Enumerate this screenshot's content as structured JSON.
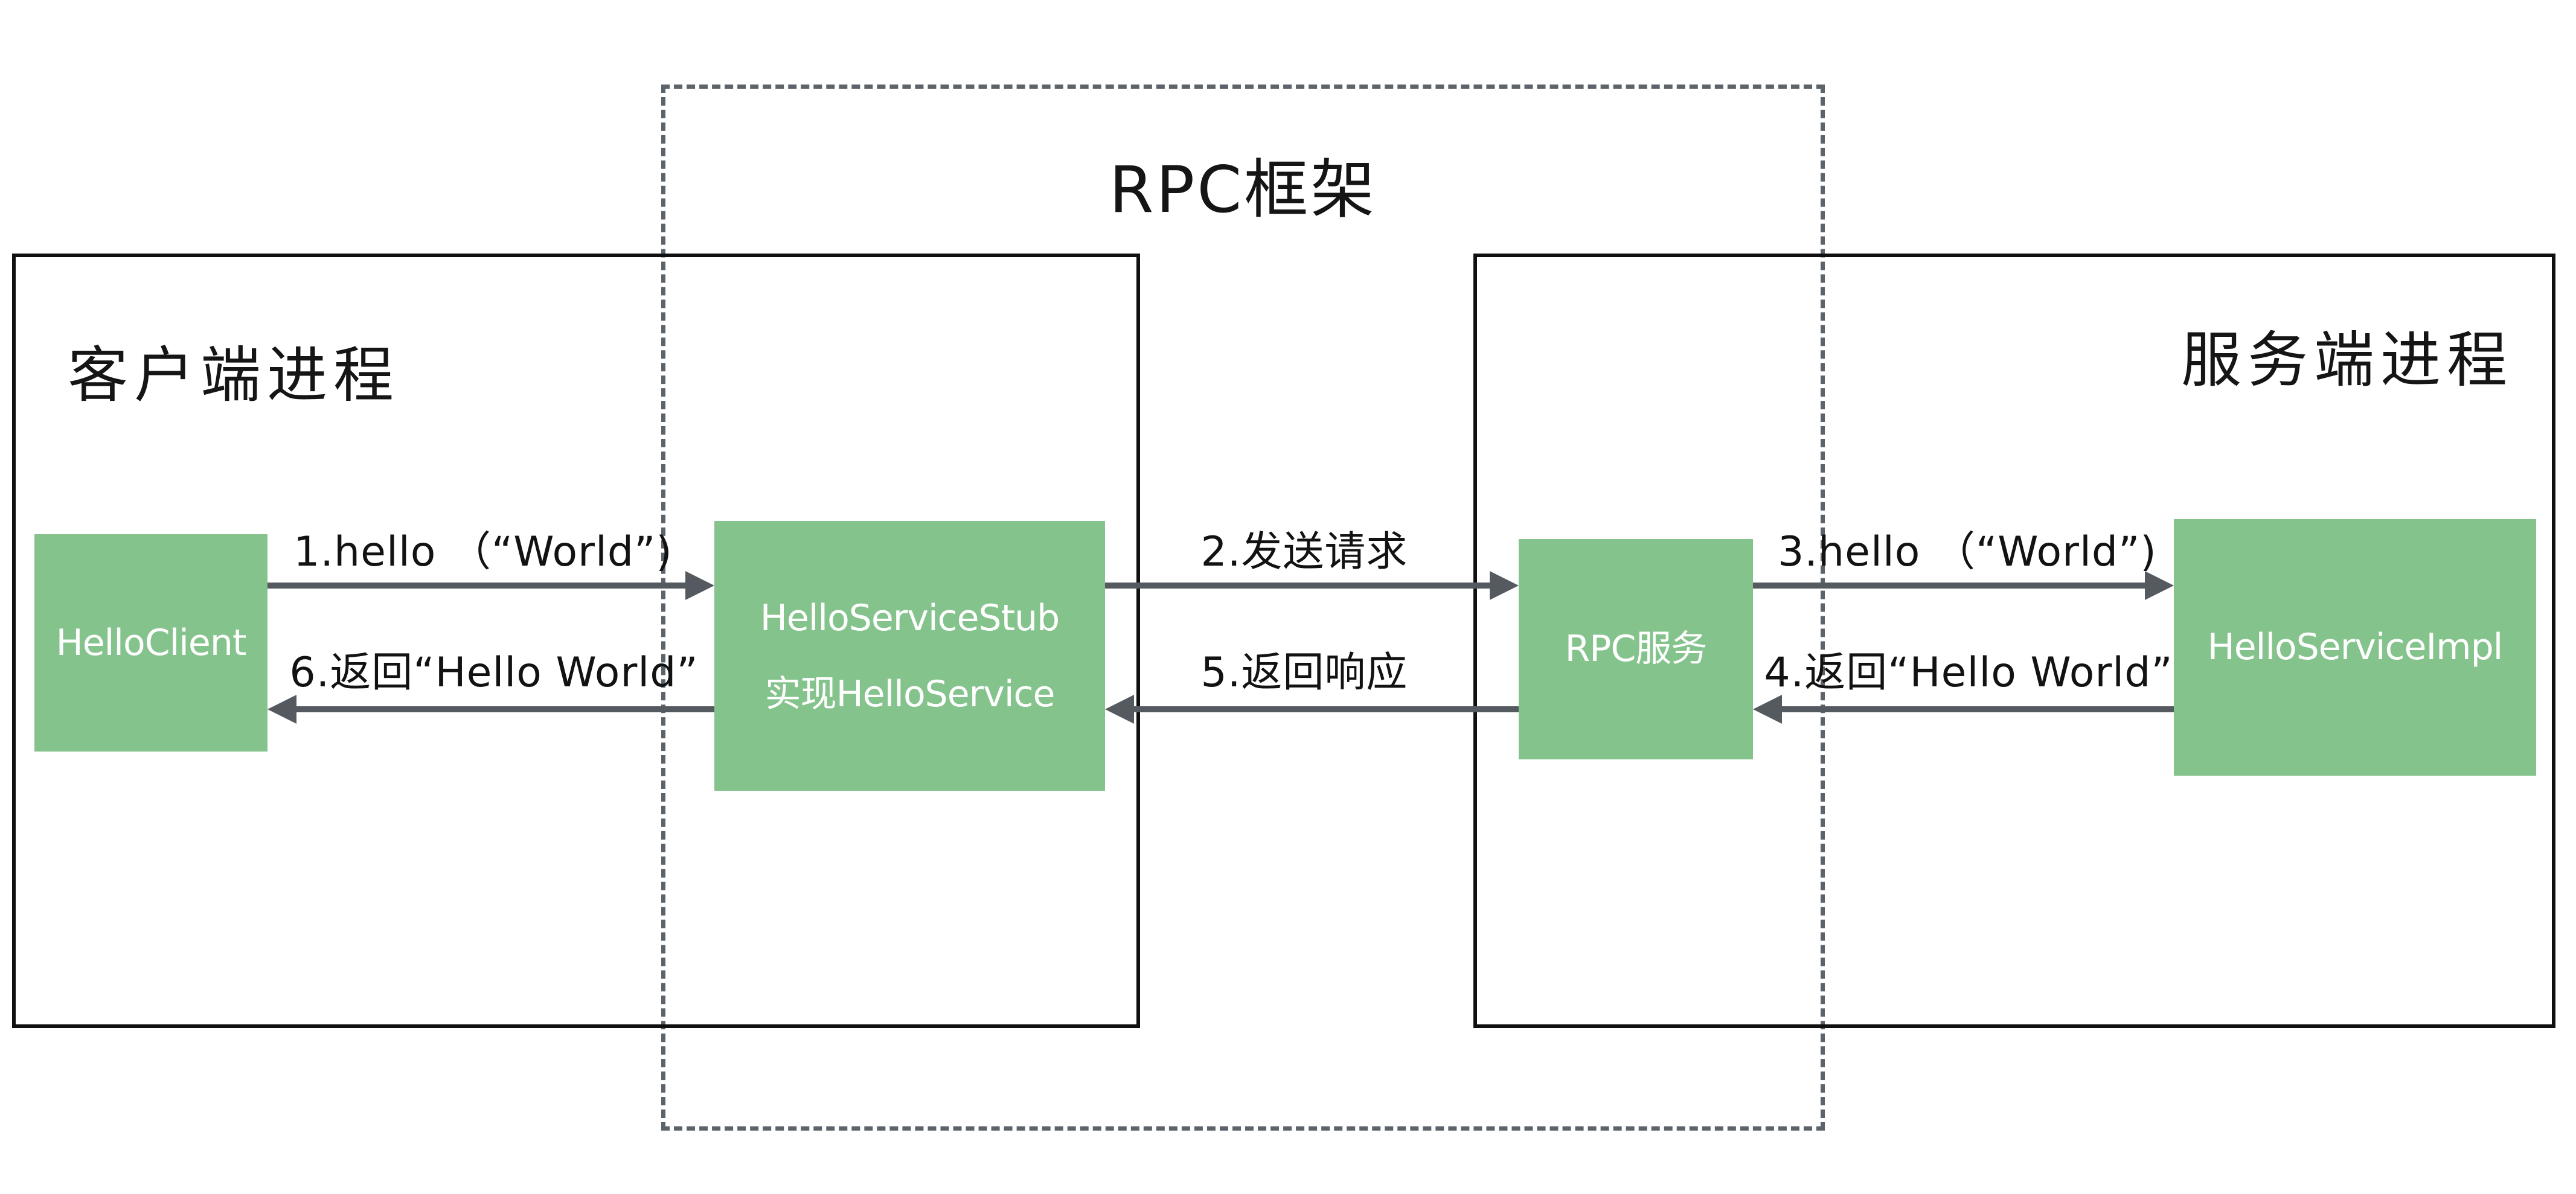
{
  "diagram": {
    "frame": {
      "title": "RPC框架"
    },
    "client_process": {
      "label": "客户端进程"
    },
    "server_process": {
      "label": "服务端进程"
    },
    "nodes": {
      "hello_client": {
        "label": "HelloClient"
      },
      "hello_service_stub": {
        "line1": "HelloServiceStub",
        "line2": "实现HelloService"
      },
      "rpc_service": {
        "label": "RPC服务"
      },
      "hello_service_impl": {
        "label": "HelloServiceImpl"
      }
    },
    "arrows": [
      {
        "id": "1",
        "label": "1.hello （“World”)",
        "direction": "right",
        "from": "HelloClient",
        "to": "HelloServiceStub"
      },
      {
        "id": "2",
        "label": "2.发送请求",
        "direction": "right",
        "from": "HelloServiceStub",
        "to": "RPC服务"
      },
      {
        "id": "3",
        "label": "3.hello （“World”)",
        "direction": "right",
        "from": "RPC服务",
        "to": "HelloServiceImpl"
      },
      {
        "id": "4",
        "label": "4.返回“Hello World”",
        "direction": "left",
        "from": "HelloServiceImpl",
        "to": "RPC服务"
      },
      {
        "id": "5",
        "label": "5.返回响应",
        "direction": "left",
        "from": "RPC服务",
        "to": "HelloServiceStub"
      },
      {
        "id": "6",
        "label": "6.返回“Hello World”",
        "direction": "left",
        "from": "HelloServiceStub",
        "to": "HelloClient"
      }
    ],
    "colors": {
      "node_fill": "#85c38d",
      "node_text": "#ffffff",
      "arrow": "#555a61",
      "solid_border": "#101010",
      "dashed_border": "#5d636b",
      "text": "#151515",
      "background": "#ffffff"
    }
  }
}
